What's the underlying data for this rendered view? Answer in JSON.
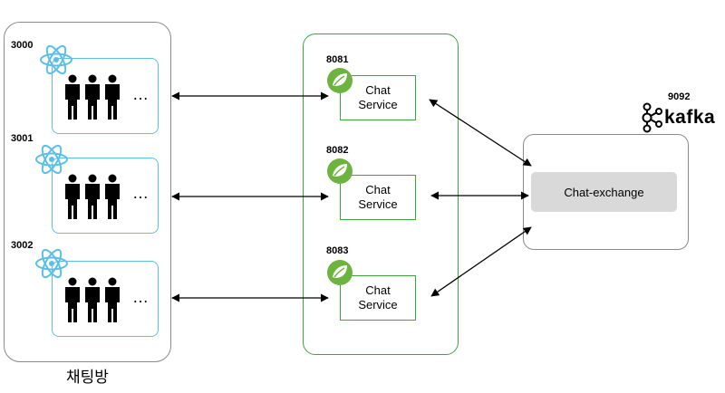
{
  "clients": {
    "group_label": "채팅방",
    "items": [
      {
        "port": "3000",
        "ellipsis": "…"
      },
      {
        "port": "3001",
        "ellipsis": "…"
      },
      {
        "port": "3002",
        "ellipsis": "…"
      }
    ]
  },
  "services": {
    "items": [
      {
        "port": "8081",
        "label_line1": "Chat",
        "label_line2": "Service"
      },
      {
        "port": "8082",
        "label_line1": "Chat",
        "label_line2": "Service"
      },
      {
        "port": "8083",
        "label_line1": "Chat",
        "label_line2": "Service"
      }
    ]
  },
  "kafka": {
    "port": "9092",
    "brand": "kafka",
    "exchange_label": "Chat-exchange"
  },
  "colors": {
    "client_border": "#5bbfe8",
    "service_border": "#3fa33f",
    "group_border": "#8a8a8a",
    "exchange_fill": "#d9d9d9"
  }
}
